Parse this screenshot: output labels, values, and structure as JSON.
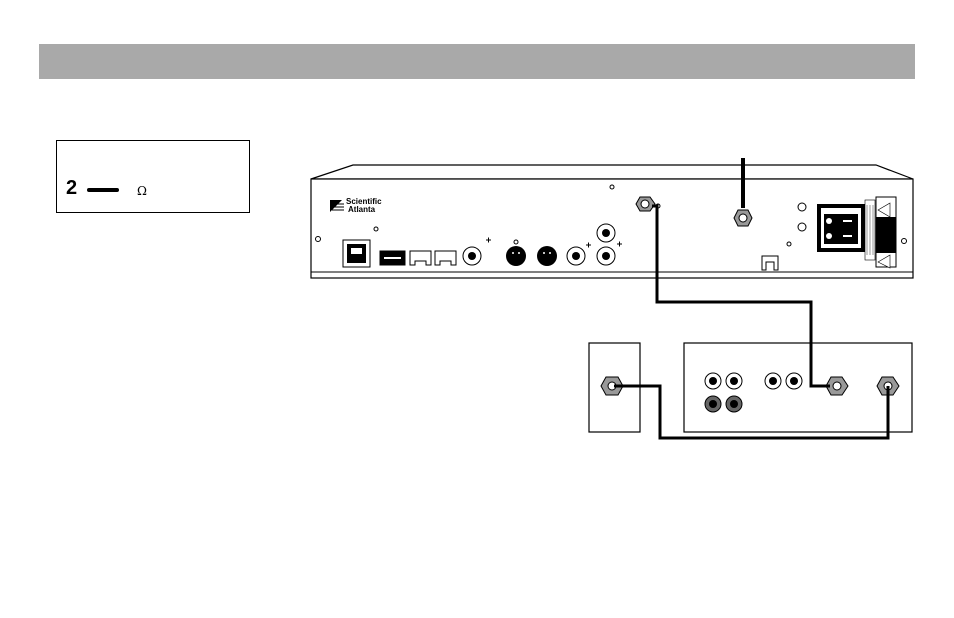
{
  "legend": {
    "number": "2",
    "ohm_symbol": "Ω"
  },
  "receiver": {
    "brand_line1": "Scientific",
    "brand_line2": "Atlanta"
  }
}
